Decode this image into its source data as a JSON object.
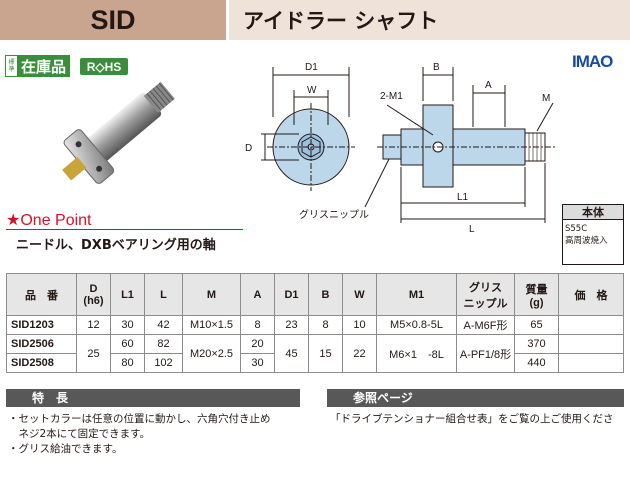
{
  "header": {
    "code": "SID",
    "title": "アイドラー シャフト"
  },
  "badges": {
    "stock_small": "標準",
    "stock": "在庫品",
    "rohs": "R◇HS",
    "brand": "IMAO"
  },
  "drawing": {
    "labels": {
      "d1": "D1",
      "w": "W",
      "b": "B",
      "a": "A",
      "m": "M",
      "m1": "2-M1",
      "d": "D",
      "l1": "L1",
      "l": "L",
      "grease": "グリスニップル"
    }
  },
  "onepoint": {
    "title": "One Point",
    "star": "★",
    "text": "ニードル、DXBベアリング用の軸"
  },
  "material": {
    "header": "本体",
    "line1": "S55C",
    "line2": "高周波焼入"
  },
  "table": {
    "headers": {
      "code": "品　番",
      "d": "D",
      "d_sub": "(h6)",
      "l1": "L1",
      "l": "L",
      "m": "M",
      "a": "A",
      "d1": "D1",
      "b": "B",
      "w": "W",
      "m1": "M1",
      "grease": "グリス",
      "grease2": "ニップル",
      "mass": "質量",
      "mass_unit": "(g)",
      "price": "価　格"
    },
    "rows": [
      {
        "code": "SID1203",
        "d": "12",
        "l1": "30",
        "l": "42",
        "m": "M10×1.5",
        "a": "8",
        "d1": "23",
        "b": "8",
        "w": "10",
        "m1": "M5×0.8-5L",
        "grease": "A-M6F形",
        "mass": "65"
      },
      {
        "code": "SID2506",
        "l1": "60",
        "l": "82",
        "a": "20",
        "mass": "370"
      },
      {
        "code": "SID2508",
        "l1": "80",
        "l": "102",
        "a": "30",
        "mass": "440"
      }
    ],
    "shared": {
      "d": "25",
      "m": "M20×2.5",
      "d1": "45",
      "b": "15",
      "w": "22",
      "m1": "M6×1　-8L",
      "grease": "A-PF1/8形"
    }
  },
  "features": {
    "title": "特　長",
    "items": [
      "・セットカラーは任意の位置に動かし、六角穴付き止め",
      "　ネジ2本にて固定できます。",
      "・グリス給油できます。"
    ]
  },
  "reference": {
    "title": "参照ページ",
    "text": "「ドライブテンショナー組合せ表」をご覧の上ご使用くださ"
  }
}
